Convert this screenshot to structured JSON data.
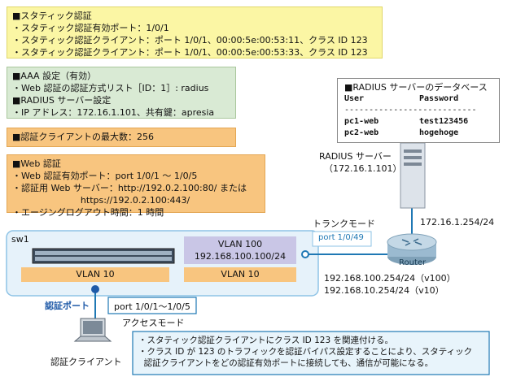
{
  "static_auth": {
    "heading": "■スタティック認証",
    "lines": [
      "・スタティック認証有効ポート：1/0/1",
      "・スタティック認証クライアント：ポート 1/0/1、00:00:5e:00:53:11、クラス ID 123",
      "・スタティック認証クライアント：ポート 1/0/1、00:00:5e:00:53:33、クラス ID 123"
    ]
  },
  "aaa": {
    "heading": "■AAA 設定（有効）",
    "line1": "・Web 認証の認証方式リスト［ID：1］: radius",
    "heading2": "■RADIUS サーバー設定",
    "line2": "・IP アドレス：172.16.1.101、共有鍵：apresia"
  },
  "max_clients": "■認証クライアントの最大数：256",
  "web_auth": {
    "heading": "■Web 認証",
    "lines": [
      "・Web 認証有効ポート：port 1/0/1 ～ 1/0/5",
      "・認証用 Web サーバー：http://192.0.2.100:80/ または",
      "                        https://192.0.2.100:443/",
      "・エージングログアウト時間：1 時間"
    ]
  },
  "radius_db": {
    "title": "■RADIUS サーバーのデータベース",
    "header_user": "User",
    "header_password": "Password",
    "separator": "---------------------------",
    "rows": [
      {
        "user": "pc1-web",
        "password": "test123456"
      },
      {
        "user": "pc2-web",
        "password": "hogehoge"
      }
    ]
  },
  "radius_server": {
    "label": "RADIUS サーバー",
    "ip": "（172.16.1.101）"
  },
  "trunk_mode": "トランクモード",
  "trunk_port": "port 1/0/49",
  "router": {
    "label": "Router",
    "upper_ip": "172.16.1.254/24",
    "ip1": "192.168.100.254/24（v100）",
    "ip2": "192.168.10.254/24（v10）"
  },
  "switch": {
    "label": "sw1",
    "vlan_left": "VLAN 10",
    "vlan_right": "VLAN 10",
    "vlan100_line1": "VLAN 100",
    "vlan100_line2": "192.168.100.100/24"
  },
  "auth_port": "認証ポート",
  "access_port": "port 1/0/1～1/0/5",
  "access_mode": "アクセスモード",
  "client": "認証クライアント",
  "note_lines": [
    "・スタティック認証クライアントにクラス ID 123 を関連付ける。",
    "・クラス ID が 123 のトラフィックを認証バイパス設定することにより、スタティック",
    "  認証クライアントをどの認証有効ポートに接続しても、通信が可能になる。"
  ],
  "colors": {
    "yellow": "#fbf6a4",
    "green": "#d9ead4",
    "orange": "#f8c57f",
    "accent": "#1f78b4",
    "switch_bg": "#e6f2fa"
  }
}
